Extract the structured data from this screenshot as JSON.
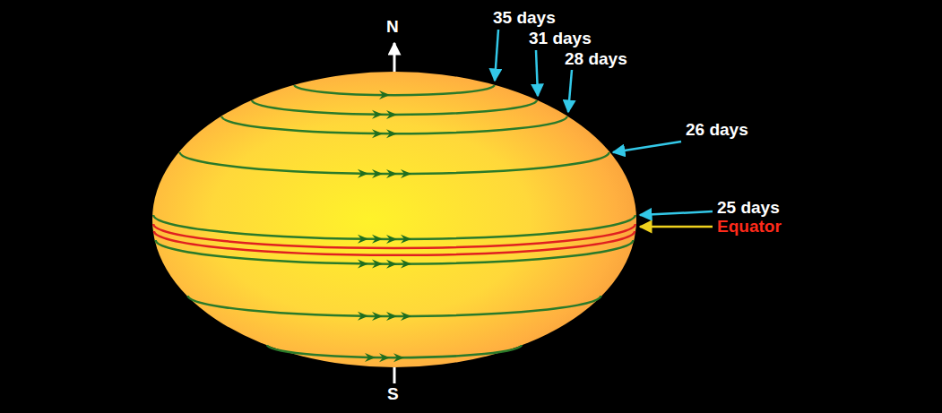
{
  "diagram": {
    "labels": [
      "N",
      "S",
      "35 days",
      "31 days",
      "28 days",
      "26 days",
      "25 days",
      "Equator"
    ]
  }
}
